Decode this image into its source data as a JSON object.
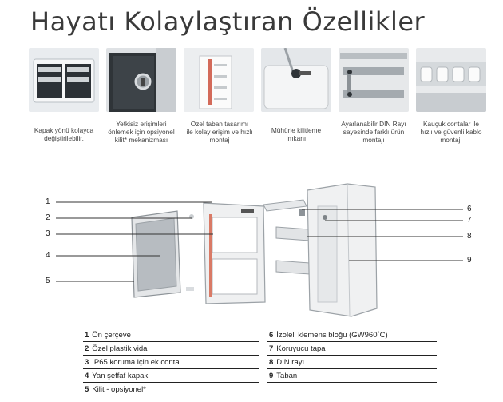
{
  "title": "Hayatı Kolaylaştıran Özellikler",
  "features": [
    {
      "caption_lines": [
        "Kapak yönü kolayca",
        "değiştirilebilir."
      ],
      "icon": "cabinet-door-icon"
    },
    {
      "caption_lines": [
        "Yetkisiz erişimleri",
        "önlemek için opsiyonel",
        "kilit* mekanizması"
      ],
      "icon": "lock-icon"
    },
    {
      "caption_lines": [
        "Özel taban tasarımı",
        "ile kolay erişim ve hızlı",
        "montaj"
      ],
      "icon": "base-icon"
    },
    {
      "caption_lines": [
        "Mühürle kilitleme",
        "imkanı"
      ],
      "icon": "seal-icon"
    },
    {
      "caption_lines": [
        "Ayarlanabilir DIN Rayı",
        "sayesinde farklı ürün",
        "montajı"
      ],
      "icon": "din-rail-icon"
    },
    {
      "caption_lines": [
        "Kauçuk contalar ile",
        "hızlı ve güvenli kablo",
        "montajı"
      ],
      "icon": "gasket-icon"
    }
  ],
  "callouts": [
    "1",
    "2",
    "3",
    "4",
    "5",
    "6",
    "7",
    "8",
    "9"
  ],
  "parts_left": [
    {
      "num": "1",
      "label": "Ön çerçeve"
    },
    {
      "num": "2",
      "label": "Özel plastik vida"
    },
    {
      "num": "3",
      "label": "IP65 koruma için ek conta"
    },
    {
      "num": "4",
      "label": "Yan şeffaf kapak"
    },
    {
      "num": "5",
      "label": "Kilit - opsiyonel*"
    }
  ],
  "parts_right": [
    {
      "num": "6",
      "label": "İzoleli klemens bloğu (GW960˚C)"
    },
    {
      "num": "7",
      "label": "Koruyucu tapa"
    },
    {
      "num": "8",
      "label": "DIN rayı"
    },
    {
      "num": "9",
      "label": "Taban"
    }
  ]
}
